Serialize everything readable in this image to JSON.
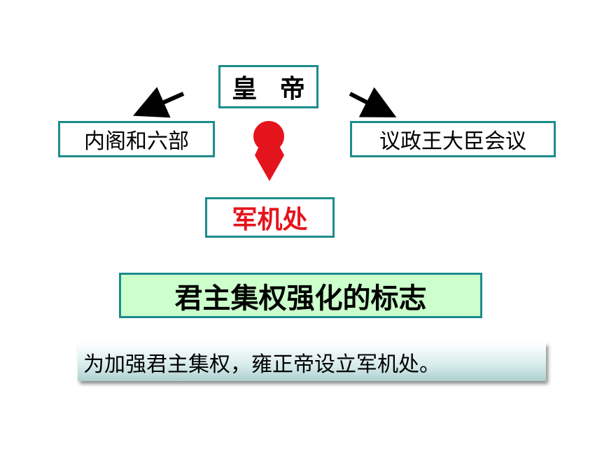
{
  "diagram": {
    "top": "皇 帝",
    "left": "内阁和六部",
    "right": "议政王大臣会议",
    "center": "军机处",
    "significance": "君主集权强化的标志",
    "note": "为加强君主集权，雍正帝设立军机处。"
  },
  "colors": {
    "border": "#1e8c8c",
    "highlight_text": "#e4141c",
    "significance_bg": "#ccffcc"
  }
}
